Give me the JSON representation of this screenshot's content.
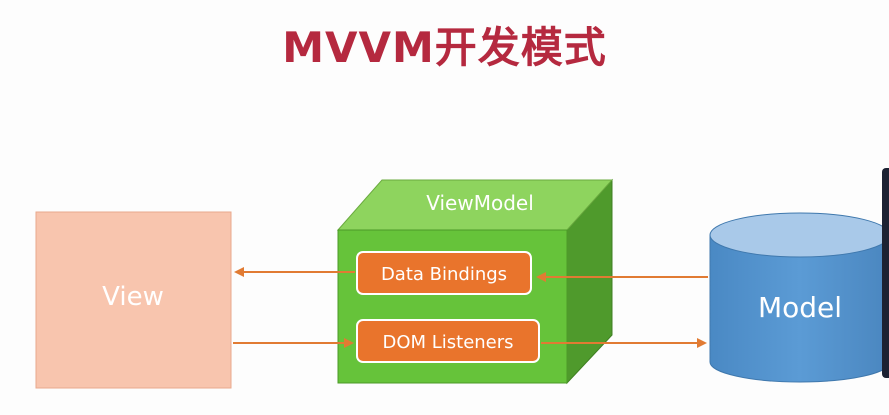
{
  "title": "MVVM开发模式",
  "view": {
    "label": "View",
    "fill": "#f8c5ae"
  },
  "viewmodel": {
    "label": "ViewModel",
    "front_fill": "#66c33a",
    "top_fill": "#8ed45e",
    "side_fill": "#4f9a2c",
    "data_bindings_label": "Data Bindings",
    "dom_listeners_label": "DOM Listeners",
    "box_fill": "#e9742c"
  },
  "model": {
    "label": "Model",
    "fill": "#5b9bd5"
  },
  "arrow_color": "#e17b33"
}
